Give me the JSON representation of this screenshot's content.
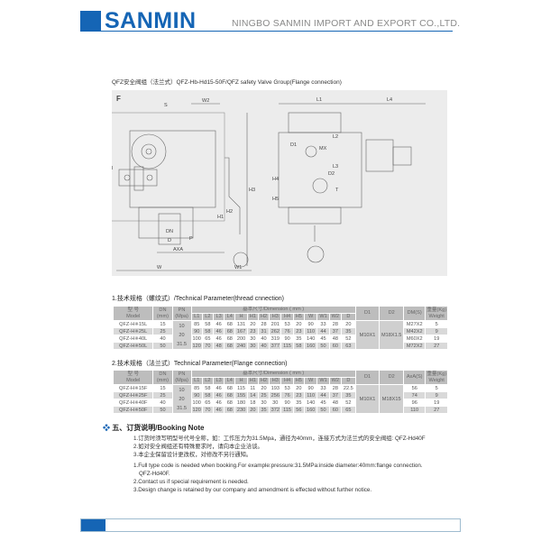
{
  "header": {
    "logo": "SANMIN",
    "company": "NINGBO SANMIN IMPORT AND EXPORT CO.,LTD."
  },
  "title": "QFZ安全阀组（法兰式）QFZ-Hb-Hd15-50F/QFZ safety Valve Group(Flange connection)",
  "diagram": {
    "labels": {
      "F": "F",
      "W2": "W2",
      "S": "S",
      "H": "H",
      "H3": "H3",
      "H1": "H1",
      "H2": "H2",
      "DN": "DN",
      "D": "D",
      "P": "P",
      "AXA": "AXA",
      "W": "W",
      "W1": "W1",
      "L1": "L1",
      "L4": "L4",
      "L2": "L2",
      "D1": "D1",
      "MX": "MX",
      "L3": "L3",
      "D2": "D2",
      "H4": "H4",
      "H5": "H5",
      "T": "T"
    }
  },
  "table1": {
    "title": "1.技术规格（螺纹式）/Technical Parameter(thread cnnection)",
    "head1": [
      "型 号\nModel",
      "DN\n(mm)",
      "PN\n(Mpa)",
      "基本尺寸/Dimension ( mm )",
      "重量(Kg)\nWeight"
    ],
    "cols": [
      "L1",
      "L2",
      "L3",
      "L4",
      "H",
      "H1",
      "H2",
      "H3",
      "H4",
      "H5",
      "W",
      "W1",
      "W2",
      "D",
      "D1",
      "D2",
      "DM(S)"
    ],
    "pn": [
      "10",
      "20",
      "31.5"
    ],
    "d1": "M10X1",
    "d2": "M18X1.5",
    "rows": [
      {
        "model": "QFZ-H※15L",
        "dn": "15",
        "dims": [
          "85",
          "58",
          "46",
          "68",
          "131",
          "20",
          "28",
          "201",
          "53",
          "20",
          "90",
          "33",
          "28",
          "20"
        ],
        "last": "M27X2",
        "weight": "5"
      },
      {
        "model": "QFZ-H※25L",
        "dn": "25",
        "dims": [
          "90",
          "58",
          "46",
          "68",
          "167",
          "23",
          "31",
          "262",
          "76",
          "23",
          "110",
          "44",
          "37",
          "35"
        ],
        "last": "M42X2",
        "weight": "9"
      },
      {
        "model": "QFZ-H※40L",
        "dn": "40",
        "dims": [
          "100",
          "65",
          "46",
          "68",
          "200",
          "30",
          "40",
          "319",
          "90",
          "35",
          "140",
          "45",
          "48",
          "52"
        ],
        "last": "M60X2",
        "weight": "19"
      },
      {
        "model": "QFZ-H※50L",
        "dn": "50",
        "dims": [
          "120",
          "70",
          "48",
          "68",
          "240",
          "30",
          "40",
          "377",
          "115",
          "58",
          "160",
          "50",
          "60",
          "63"
        ],
        "last": "M72X2",
        "weight": "27"
      }
    ]
  },
  "table2": {
    "title": "2.技术规格（法兰式）Technical Parameter(Flange connection)",
    "head1": [
      "型 号\nModel",
      "DN\n(mm)",
      "PN\n(Mpa)",
      "基本尺寸/Dimension ( mm )",
      "重量(Kg)\nWeight"
    ],
    "cols": [
      "L1",
      "L2",
      "L3",
      "L4",
      "H",
      "H1",
      "H2",
      "H3",
      "H4",
      "H5",
      "W",
      "W1",
      "W2",
      "D",
      "D1",
      "D2",
      "AxA(S)"
    ],
    "pn": [
      "10",
      "20",
      "31.5"
    ],
    "d1": "M10X1",
    "d2": "M18X15",
    "rows": [
      {
        "model": "QFZ-H※15F",
        "dn": "15",
        "dims": [
          "85",
          "58",
          "46",
          "68",
          "115",
          "11",
          "20",
          "193",
          "53",
          "20",
          "90",
          "33",
          "28",
          "22.5"
        ],
        "last": "56",
        "weight": "5"
      },
      {
        "model": "QFZ-H※25F",
        "dn": "25",
        "dims": [
          "90",
          "58",
          "46",
          "68",
          "155",
          "14",
          "25",
          "256",
          "76",
          "23",
          "110",
          "44",
          "37",
          "35"
        ],
        "last": "74",
        "weight": "9"
      },
      {
        "model": "QFZ-H※40F",
        "dn": "40",
        "dims": [
          "100",
          "65",
          "46",
          "68",
          "180",
          "18",
          "30",
          "30",
          "90",
          "35",
          "140",
          "45",
          "48",
          "52"
        ],
        "last": "96",
        "weight": "19"
      },
      {
        "model": "QFZ-H※50F",
        "dn": "50",
        "dims": [
          "120",
          "70",
          "46",
          "68",
          "230",
          "20",
          "35",
          "372",
          "115",
          "56",
          "160",
          "50",
          "60",
          "65"
        ],
        "last": "110",
        "weight": "27"
      }
    ]
  },
  "booking": {
    "heading": "五、订货说明/Booking Note",
    "lines": [
      "1.订货时须写明型号代号全称，如：工作压力为31.5Mpa，通径为40mm，连接方式为法兰式的安全阀组: QFZ-Hd40F",
      "2.如对安全阀组还有特殊要求时，请向本企业洽谈。",
      "3.本企业保留设计更改权，对修改不另行通知。",
      "1.Full type code is needed when booking.For example:pressure:31.5MPa:inside diameter:40mm:flange connection.",
      "QFZ-Hd40F.",
      "2.Contact us if special requirement is needed.",
      "3.Design change is retained by our company and amendment is effected without further notice."
    ]
  },
  "colors": {
    "brand": "#1565b5"
  }
}
